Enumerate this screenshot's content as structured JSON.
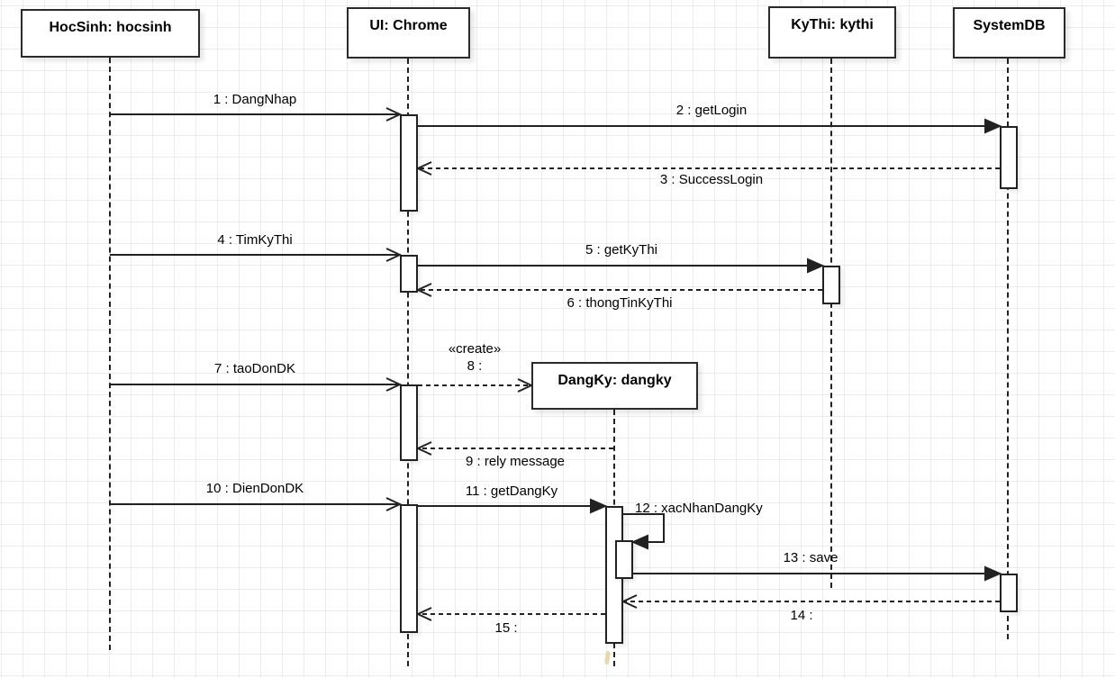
{
  "objects": [
    {
      "label": "HocSinh: hocsinh"
    },
    {
      "label": "UI: Chrome"
    },
    {
      "label": "KyThi: kythi"
    },
    {
      "label": "SystemDB"
    },
    {
      "label": "DangKy: dangky"
    }
  ],
  "messages": [
    {
      "label": "1 : DangNhap",
      "kind": "sync-open"
    },
    {
      "label": "2 : getLogin",
      "kind": "sync-filled"
    },
    {
      "label": "3 : SuccessLogin",
      "kind": "return-dashed"
    },
    {
      "label": "4 : TimKyThi",
      "kind": "sync-open"
    },
    {
      "label": "5 : getKyThi",
      "kind": "sync-filled"
    },
    {
      "label": "6 : thongTinKyThi",
      "kind": "return-dashed"
    },
    {
      "label": "7 : taoDonDK",
      "kind": "sync-open"
    },
    {
      "stereotype": "«create»",
      "label": "8 :",
      "kind": "create-dashed"
    },
    {
      "label": "9 : rely message",
      "kind": "return-dashed"
    },
    {
      "label": "10 : DienDonDK",
      "kind": "sync-open"
    },
    {
      "label": "11 : getDangKy",
      "kind": "sync-filled"
    },
    {
      "label": "12 : xacNhanDangKy",
      "kind": "self-filled"
    },
    {
      "label": "13 : save",
      "kind": "sync-filled"
    },
    {
      "label": "14 :",
      "kind": "return-dashed"
    },
    {
      "label": "15 :",
      "kind": "return-dashed"
    }
  ],
  "colors": {
    "line": "#222222",
    "box_border": "#2b2b2b",
    "grid": "#ececec",
    "background": "#ffffff",
    "artifact_mark": "#e9d7ae"
  }
}
